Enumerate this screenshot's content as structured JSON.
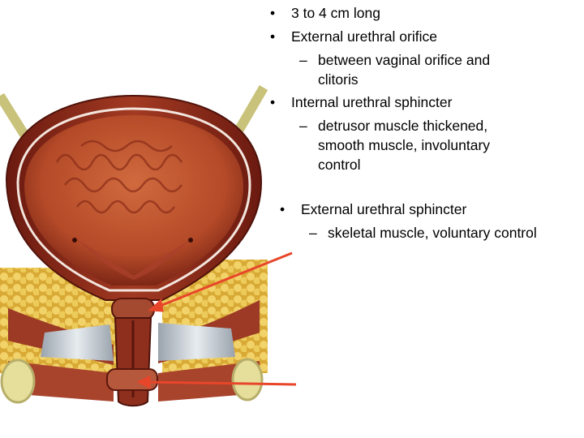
{
  "bullets": {
    "b1": "3 to 4 cm long",
    "b2": "External urethral orifice",
    "b2_sub": [
      "between vaginal orifice and",
      "clitoris"
    ],
    "b3": "Internal urethral sphincter",
    "b3_sub": [
      "detrusor muscle thickened,",
      "smooth muscle, involuntary",
      "control"
    ],
    "b4": "External urethral sphincter",
    "b4_sub": [
      "skeletal muscle, voluntary control"
    ]
  },
  "glyphs": {
    "bullet": "•",
    "dash": "–"
  },
  "colors": {
    "arrow": "#e8462a",
    "bladder_wall": "#8e2a1c",
    "bladder_inner": "#c85a34",
    "fat": "#e9c24a",
    "ligament": "#e3dc8e"
  }
}
